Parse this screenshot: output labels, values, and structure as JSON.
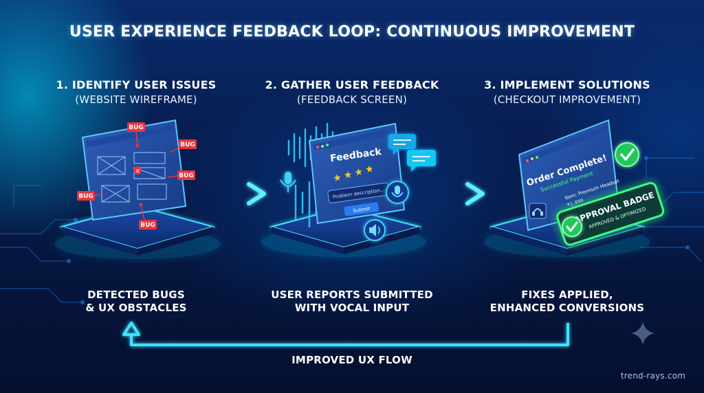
{
  "title": "USER EXPERIENCE FEEDBACK LOOP: CONTINUOUS IMPROVEMENT",
  "steps": [
    {
      "title": "1. IDENTIFY USER ISSUES",
      "subtitle": "(WEBSITE WIREFRAME)",
      "caption_line1": "DETECTED BUGS",
      "caption_line2": "& UX OBSTACLES",
      "bug_tag": "BUG"
    },
    {
      "title": "2. GATHER USER FEEDBACK",
      "subtitle": "(FEEDBACK SCREEN)",
      "caption_line1": "USER REPORTS SUBMITTED",
      "caption_line2": "WITH VOCAL INPUT",
      "screen_heading": "Feedback",
      "field_placeholder": "Problem description...",
      "submit_label": "Submit"
    },
    {
      "title": "3. IMPLEMENT SOLUTIONS",
      "subtitle": "(CHECKOUT IMPROVEMENT)",
      "caption_line1": "FIXES APPLIED,",
      "caption_line2": "ENHANCED CONVERSIONS",
      "screen_heading": "Order Complete!",
      "screen_sub": "Successful Payment",
      "item_name": "Item: Premium Headset",
      "item_price": "₹1,999",
      "badge_title": "APPROVAL BADGE",
      "badge_sub": "APPROVED & OPTIMIZED"
    }
  ],
  "loop_label": "IMPROVED UX FLOW",
  "watermark": "trend-rays.com",
  "colors": {
    "accent": "#1ee6ff",
    "bug": "#e8343f",
    "approve": "#2ee86a",
    "star": "#ffc928"
  }
}
